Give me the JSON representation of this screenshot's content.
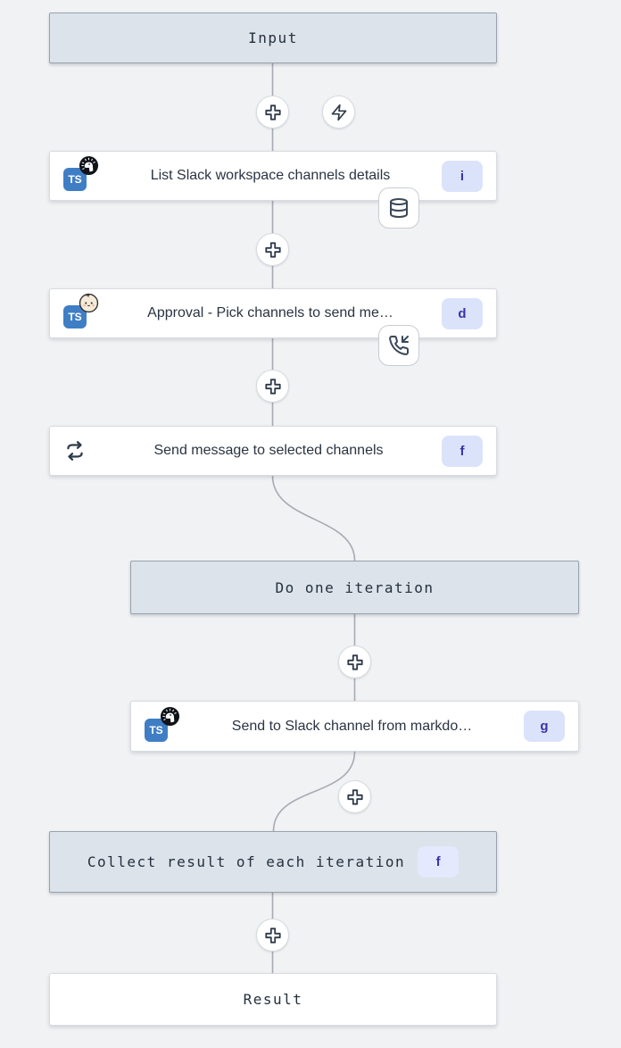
{
  "flow": {
    "input": {
      "label": "Input"
    },
    "list_channels": {
      "label": "List Slack workspace channels details",
      "badge": "i"
    },
    "approval": {
      "label": "Approval - Pick channels to send me…",
      "badge": "d"
    },
    "send_message": {
      "label": "Send message to selected channels",
      "badge": "f"
    },
    "do_iteration": {
      "label": "Do one iteration"
    },
    "send_to_slack": {
      "label": "Send to Slack channel from markdo…",
      "badge": "g"
    },
    "collect": {
      "label": "Collect result of each iteration",
      "badge": "f"
    },
    "result": {
      "label": "Result"
    }
  },
  "lang_badge": {
    "label": "TS"
  },
  "icons": {
    "add_step": "plus-cross-icon",
    "trigger": "zap-icon",
    "cache": "database-icon",
    "suspend_approval": "phone-incoming-icon",
    "forloop": "repeat-icon",
    "runtime_node1": "deno-logo",
    "runtime_node2": "bun-logo",
    "runtime_node4": "deno-logo"
  },
  "colors": {
    "canvas_bg": "#f0f2f4",
    "virtual_box_bg": "#dce3ea",
    "virtual_box_border": "#98a2ae",
    "node_bg": "#ffffff",
    "node_border": "#d8dbe0",
    "badge_bg": "#dbe3fb",
    "badge_text": "#3b32a8",
    "ts_blue": "#3f7ec5",
    "wire": "#a6abb3",
    "icon_stroke": "#334155"
  }
}
